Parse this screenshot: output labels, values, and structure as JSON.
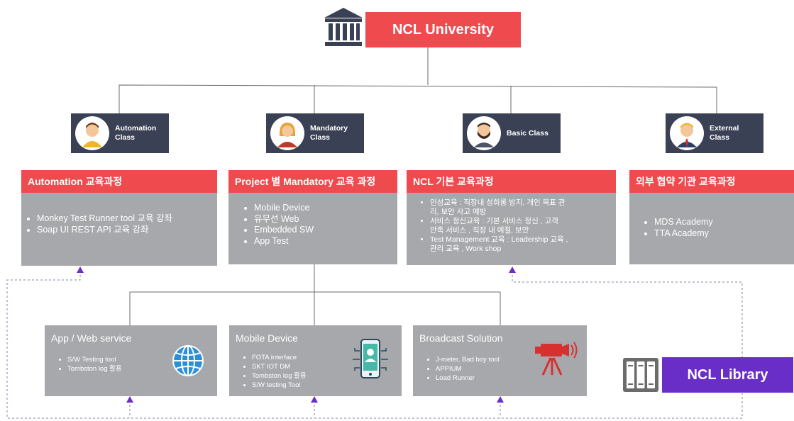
{
  "title": "NCL University",
  "library": "NCL Library",
  "classes": [
    {
      "label": "Automation\nClass",
      "icon": "man-avatar-icon"
    },
    {
      "label": "Mandatory\nClass",
      "icon": "woman-avatar-icon"
    },
    {
      "label": "Basic Class",
      "icon": "bearded-man-avatar-icon"
    },
    {
      "label": "External\nClass",
      "icon": "businessman-avatar-icon"
    }
  ],
  "courses": [
    {
      "title": "Automation 교육과정",
      "items": [
        "Monkey Test Runner tool 교육 강좌",
        "Soap UI  REST API 교육 강좌"
      ]
    },
    {
      "title": "Project 별 Mandatory 교육 과정",
      "items": [
        "Mobile Device",
        "유무선 Web",
        "Embedded SW",
        "App Test"
      ]
    },
    {
      "title": "NCL 기본 교육과정",
      "items": [
        "인성교육 : 직장내 성희롱 방지, 개인 목표 관\n리, 보안 사고 예방",
        "서비스 정신교육 : 기본 서비스 정신 , 고객\n만족 서비스 , 직장 내 예절, 보안",
        "Test Management 교육 : Leadership 교육 ,\n관리 교육 , Work shop"
      ]
    },
    {
      "title": "외부 협약 기관 교육과정",
      "items": [
        "MDS  Academy",
        "TTA  Academy"
      ]
    }
  ],
  "services": [
    {
      "title": "App / Web service",
      "items": [
        "S/W Testing tool",
        "Tombston log 활용"
      ],
      "icon": "globe-icon"
    },
    {
      "title": "Mobile Device",
      "items": [
        "FOTA interface",
        "SKT IOT DM",
        "Tombston log 활용",
        "S/W testing Tool"
      ],
      "icon": "smartphone-icon"
    },
    {
      "title": "Broadcast Solution",
      "items": [
        "J-meter, Bad boy tool",
        "APPIUM",
        "Load Runner"
      ],
      "icon": "broadcast-camera-icon"
    }
  ],
  "colors": {
    "red": "#ef4a4e",
    "purple": "#6a2ec8",
    "navy": "#3a4155",
    "gray": "#a6a8ab",
    "line": "#6b6b6b",
    "dashed": "#8a7fb0"
  }
}
